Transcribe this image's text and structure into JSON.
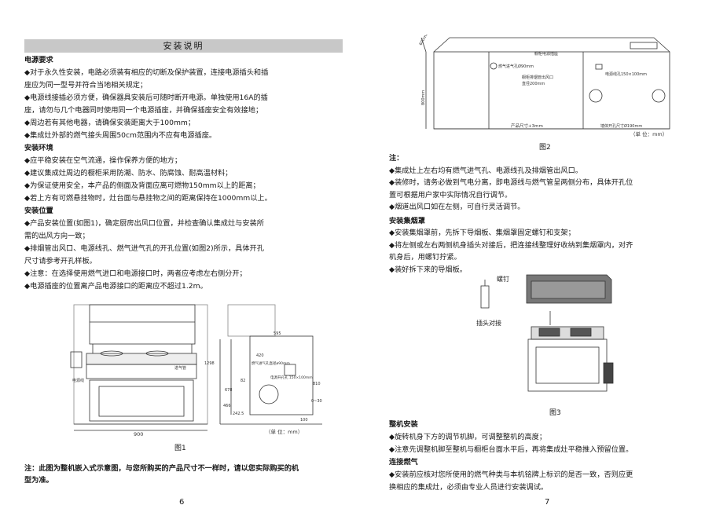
{
  "left": {
    "banner": "安装说明",
    "power_title": "电源要求",
    "power_p1": "◆对于永久性安装，电路必须装有相应的切断及保护装置，连接电源插头和插",
    "power_p1b": "座应为同一型号并符合当地相关规定；",
    "power_p2": "◆电源线接插必须方便，确保器具安装后可随时断开电源。单独使用16A的插",
    "power_p2b": "座，请勿与几个电器同时使用同一个电源插座，并确保插座安全有效接地；",
    "power_p3": "◆周边若有其他电器，请确保安装距离大于100mm；",
    "power_p4": "◆集成灶外部的燃气接头周围50cm范围内不应有电源插座。",
    "env_title": "安装环境",
    "env_p1": "◆应平稳安装在空气流通，操作保养方便的地方；",
    "env_p2": "◆建议集成灶周边的橱柜采用防潮、防水、防腐蚀、耐高温材料；",
    "env_p3": "◆为保证使用安全，本产品的侧面及背面应离可燃物150mm以上的距离；",
    "env_p4": "◆若上方有可燃悬挂物时，灶台面与悬挂物之间的距离保持在1000mm以上。",
    "pos_title": "安装位置",
    "pos_p1": "◆产品安装位置(如图1)，确定厨房出风口位置，并检查确认集成灶与安装所",
    "pos_p1b": "需的出风方向一致；",
    "pos_p2": "◆排烟管出风口、电源线孔、燃气进气孔的开孔位置(如图2)所示，具体开孔",
    "pos_p2b": "尺寸请参考开孔样板。",
    "pos_p3": "◆注意：在选择使用燃气进口和电源接口时，两者应考虑左右侧分开；",
    "pos_p4": "◆电源插座的位置离产品电源接口的距离应不超过1.2m。",
    "fig1": {
      "caption": "图1",
      "dim_width": "900",
      "dim_595": "595",
      "dim_420": "420",
      "dim_1298": "1298",
      "dim_678": "678",
      "dim_466": "466",
      "dim_242": "242.5",
      "dim_82": "82",
      "dim_100": "100",
      "dim_810": "810",
      "dim_0_30": "0~30",
      "label_power": "电源线",
      "label_gas_pipe": "进气管",
      "label_gas_hole": "燃气进气孔直径ø90mm",
      "label_power_hole": "电源开孔孔 150×100mm",
      "unit": "（单 位：mm）"
    },
    "note": "注：此图为整机嵌入式示意图，与您所购买的产品尺寸不一样时，请以您实际购买的机",
    "note_b": "型为准。",
    "page_number": "6"
  },
  "right": {
    "fig2": {
      "caption": "图2",
      "dim_600": "600mm",
      "dim_800": "800mm",
      "label_socket": "橱柜电源插座",
      "label_gas": "燃气进气孔Ø90mm",
      "label_duct": "橱柜排烟管出风口",
      "label_duct_b": "直径200mm",
      "label_power": "电源线孔150×100mm",
      "label_product": "产品尺寸+3mm",
      "label_wall": "墙体开孔尺寸Ø190mm",
      "unit": "（单 位：mm）"
    },
    "note_title": "注：",
    "note_p1": "◆集成灶上左右均有燃气进气孔、电源线孔及排烟管出风口。",
    "note_p2": "◆装修时，请务必做到气电分离，即电源线与燃气管呈两侧分布，具体开孔位",
    "note_p2b": "置可根据用户家中实际情况自行调节。",
    "note_p3": "◆烟道出风口如在左侧，可自行灵活调节。",
    "hood_title": "安装集烟罩",
    "hood_p1": "◆安装集烟罩前，先拆下导烟板、集烟罩固定螺钉和支架；",
    "hood_p2": "◆将左侧或左右两侧机身插头对接后，把连接线整理好收纳到集烟罩内，对齐",
    "hood_p2b": "机身后，用螺钉拧紧。",
    "hood_p3": "◆装好拆下来的导烟板。",
    "fig3": {
      "caption": "图3",
      "label_screw": "螺钉",
      "label_plug": "插头对接"
    },
    "whole_title": "整机安装",
    "whole_p1": "◆旋转机身下方的调节机脚，可调整整机的高度；",
    "whole_p2": "◆注意先调整机脚至整机与橱柜台面水平后，再将集成灶平稳推入预留位置。",
    "gas_title": "连接燃气",
    "gas_p1": "◆安装前应核对您所使用的燃气种类与本机铭牌上标识的是否一致，否则应更",
    "gas_p1b": "换相应的集成灶，必须由专业人员进行安装调试。",
    "page_number": "7"
  }
}
